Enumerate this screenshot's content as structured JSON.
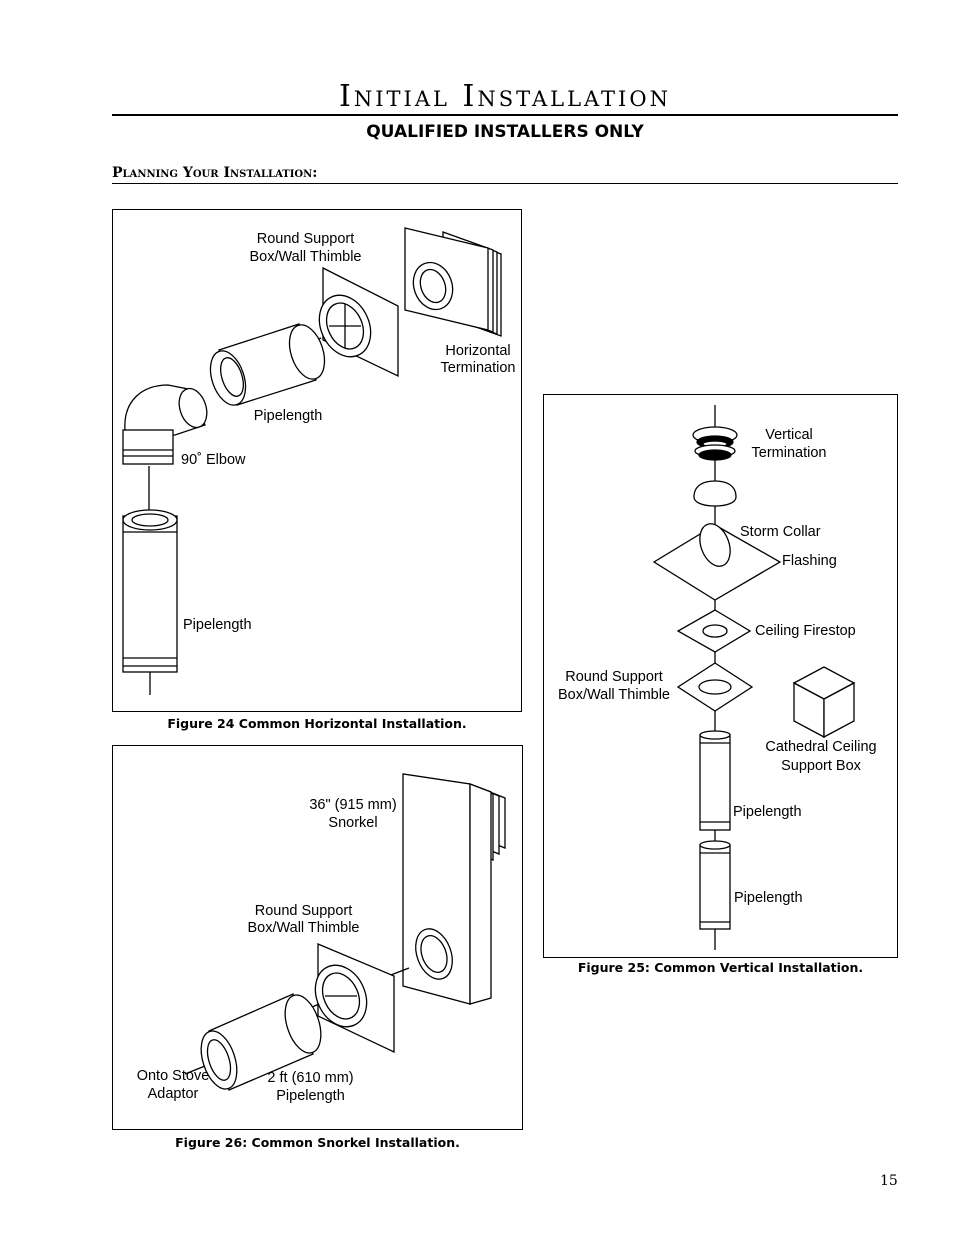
{
  "header": {
    "title": "Initial Installation",
    "subtitle": "QUALIFIED INSTALLERS ONLY"
  },
  "section": {
    "heading": "Planning Your Installation:"
  },
  "figure24": {
    "caption": "Figure 24 Common Horizontal Installation.",
    "labels": {
      "round_support_1": "Round Support",
      "round_support_2": "Box/Wall Thimble",
      "horizontal_1": "Horizontal",
      "horizontal_2": "Termination",
      "pipelength_upper": "Pipelength",
      "elbow": "90˚ Elbow",
      "pipelength_lower": "Pipelength"
    }
  },
  "figure25": {
    "caption": "Figure 25: Common Vertical Installation.",
    "labels": {
      "vertical_1": "Vertical",
      "vertical_2": "Termination",
      "storm_collar": "Storm Collar",
      "flashing": "Flashing",
      "ceiling_firestop": "Ceiling Firestop",
      "round_support_1": "Round Support",
      "round_support_2": "Box/Wall Thimble",
      "cathedral_1": "Cathedral Ceiling",
      "cathedral_2": "Support Box",
      "pipelength_1": "Pipelength",
      "pipelength_2": "Pipelength"
    }
  },
  "figure26": {
    "caption": "Figure 26: Common Snorkel Installation.",
    "labels": {
      "snorkel_1": "36\" (915 mm)",
      "snorkel_2": "Snorkel",
      "round_support_1": "Round Support",
      "round_support_2": "Box/Wall Thimble",
      "onto_stove_1": "Onto Stove",
      "onto_stove_2": "Adaptor",
      "two_ft_1": "2 ft (610 mm)",
      "two_ft_2": "Pipelength"
    }
  },
  "footer": {
    "page_number": "15"
  }
}
